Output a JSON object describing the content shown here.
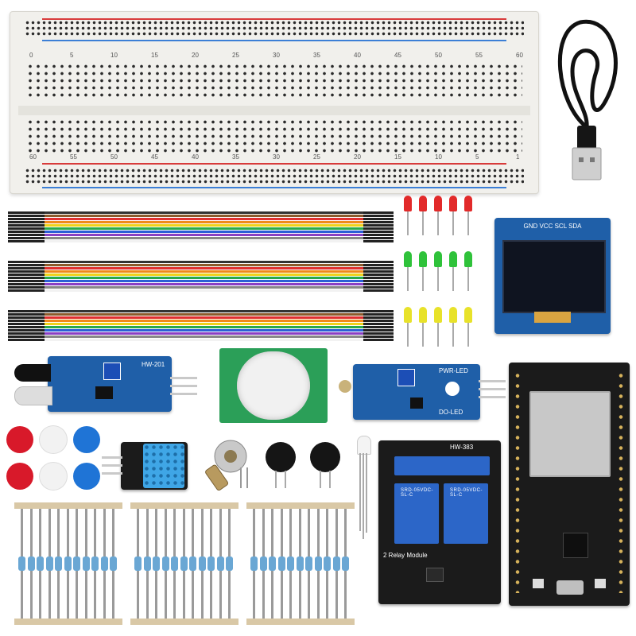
{
  "breadboard": {
    "column_numbers_top": [
      "0",
      "5",
      "10",
      "15",
      "20",
      "25",
      "30",
      "35",
      "40",
      "45",
      "50",
      "55",
      "60"
    ],
    "column_numbers_bottom": [
      "60",
      "55",
      "50",
      "45",
      "40",
      "35",
      "30",
      "25",
      "20",
      "15",
      "10",
      "5",
      "1"
    ]
  },
  "oled": {
    "pin_label": "GND VCC SCL SDA"
  },
  "relay": {
    "side_label": "2 Relay Module",
    "relay_text": "SRD-05VDC-SL-C",
    "board_label": "HW-383"
  },
  "ir_sensor": {
    "board_label": "HW-201"
  },
  "ldr_sensor": {
    "board_label": "PWR-LED",
    "sub_label": "DO-LED"
  },
  "colors": {
    "led_red": "#e22a2a",
    "led_green": "#2fc23a",
    "led_yellow": "#e8e22a",
    "pcb_blue": "#1f5fa8",
    "relay_blue": "#2c66c8",
    "cap_red": "#d8192a",
    "cap_white": "#f2f2f2",
    "cap_blue": "#1f74d6"
  },
  "icons": [
    "usb-cable-icon",
    "breadboard-icon",
    "jumper-wire-icon"
  ]
}
